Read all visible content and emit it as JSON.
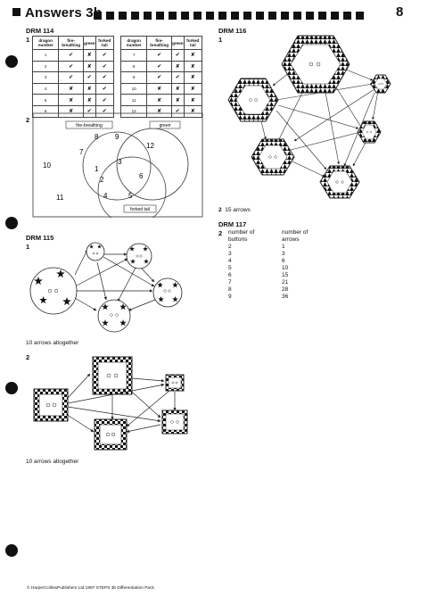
{
  "header": {
    "title": "Answers 3b",
    "page_number": "8"
  },
  "drm114": {
    "label": "DRM 114",
    "q1": "1",
    "columns": [
      "dragon number",
      "fire-breathing",
      "green",
      "forked tail"
    ],
    "rows_left": [
      [
        "1",
        "✔",
        "✘",
        "✔"
      ],
      [
        "2",
        "✔",
        "✘",
        "✔"
      ],
      [
        "3",
        "✔",
        "✔",
        "✔"
      ],
      [
        "4",
        "✘",
        "✘",
        "✔"
      ],
      [
        "5",
        "✘",
        "✘",
        "✔"
      ],
      [
        "6",
        "✘",
        "✔",
        "✔"
      ]
    ],
    "rows_right": [
      [
        "7",
        "✔",
        "✔",
        "✘"
      ],
      [
        "8",
        "✔",
        "✘",
        "✘"
      ],
      [
        "9",
        "✔",
        "✔",
        "✘"
      ],
      [
        "10",
        "✘",
        "✘",
        "✘"
      ],
      [
        "11",
        "✘",
        "✘",
        "✘"
      ],
      [
        "12",
        "✘",
        "✔",
        "✘"
      ]
    ],
    "q2": "2",
    "venn": {
      "label_fire": "fire-breathing",
      "label_green": "green",
      "label_tail": "forked tail",
      "n1": "1",
      "n2": "2",
      "n3": "3",
      "n4": "4",
      "n5": "5",
      "n6": "6",
      "n7": "7",
      "n8": "8",
      "n9": "9",
      "n10": "10",
      "n11": "11",
      "n12": "12"
    }
  },
  "drm115": {
    "label": "DRM 115",
    "q1": "1",
    "caption1": "10 arrows altogether",
    "q2": "2",
    "caption2": "10 arrows altogether"
  },
  "drm116": {
    "label": "DRM 116",
    "q1": "1",
    "answer2_num": "2",
    "answer2": "15 arrows"
  },
  "drm117": {
    "label": "DRM 117",
    "q2": "2",
    "col1_head": "number of",
    "col1_head2": "buttons",
    "col2_head": "number of",
    "col2_head2": "arrows",
    "rows": [
      [
        "2",
        "1"
      ],
      [
        "3",
        "3"
      ],
      [
        "4",
        "6"
      ],
      [
        "5",
        "10"
      ],
      [
        "6",
        "15"
      ],
      [
        "7",
        "21"
      ],
      [
        "8",
        "28"
      ],
      [
        "9",
        "36"
      ]
    ]
  },
  "footer": {
    "copyright": "© HarperCollinsPublishers Ltd 1997 STEPS 3b Differentiation Pack"
  }
}
